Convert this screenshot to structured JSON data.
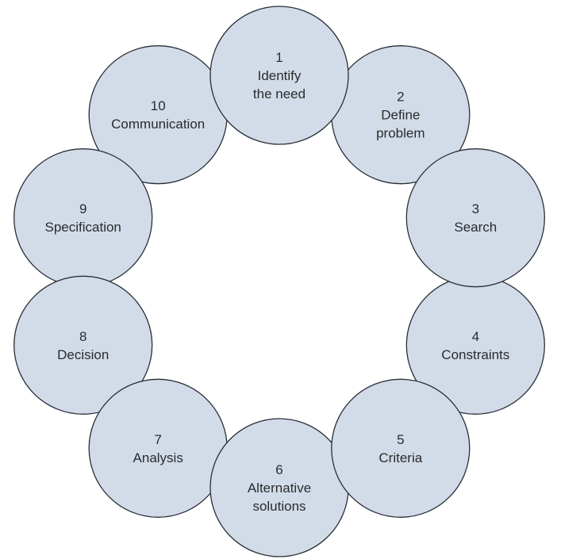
{
  "diagram": {
    "colors": {
      "circle_fill": "#d2dce9",
      "circle_stroke": "#2a2e36",
      "text": "#2b2b2b",
      "background": "#ffffff"
    },
    "steps": [
      {
        "number": "1",
        "lines": [
          "Identify",
          "the need"
        ]
      },
      {
        "number": "2",
        "lines": [
          "Define",
          "problem"
        ]
      },
      {
        "number": "3",
        "lines": [
          "Search"
        ]
      },
      {
        "number": "4",
        "lines": [
          "Constraints"
        ]
      },
      {
        "number": "5",
        "lines": [
          "Criteria"
        ]
      },
      {
        "number": "6",
        "lines": [
          "Alternative",
          "solutions"
        ]
      },
      {
        "number": "7",
        "lines": [
          "Analysis"
        ]
      },
      {
        "number": "8",
        "lines": [
          "Decision"
        ]
      },
      {
        "number": "9",
        "lines": [
          "Specification"
        ]
      },
      {
        "number": "10",
        "lines": [
          "Communication"
        ]
      }
    ]
  }
}
